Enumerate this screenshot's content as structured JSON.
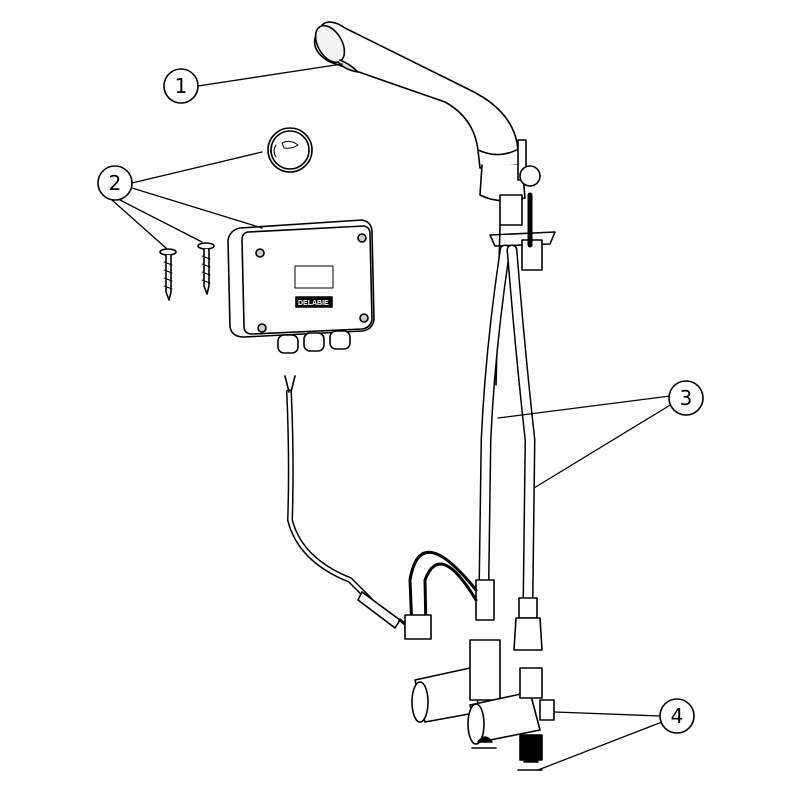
{
  "callouts": [
    {
      "number": "1",
      "part": "spout-sensor"
    },
    {
      "number": "2",
      "part": "electronic-box-and-screws"
    },
    {
      "number": "3",
      "part": "flexible-hoses"
    },
    {
      "number": "4",
      "part": "solenoid-valves"
    }
  ],
  "logo_text": "DELABIE",
  "colors": {
    "line": "#000000",
    "background": "#ffffff",
    "shade": "#e6e6e6"
  }
}
